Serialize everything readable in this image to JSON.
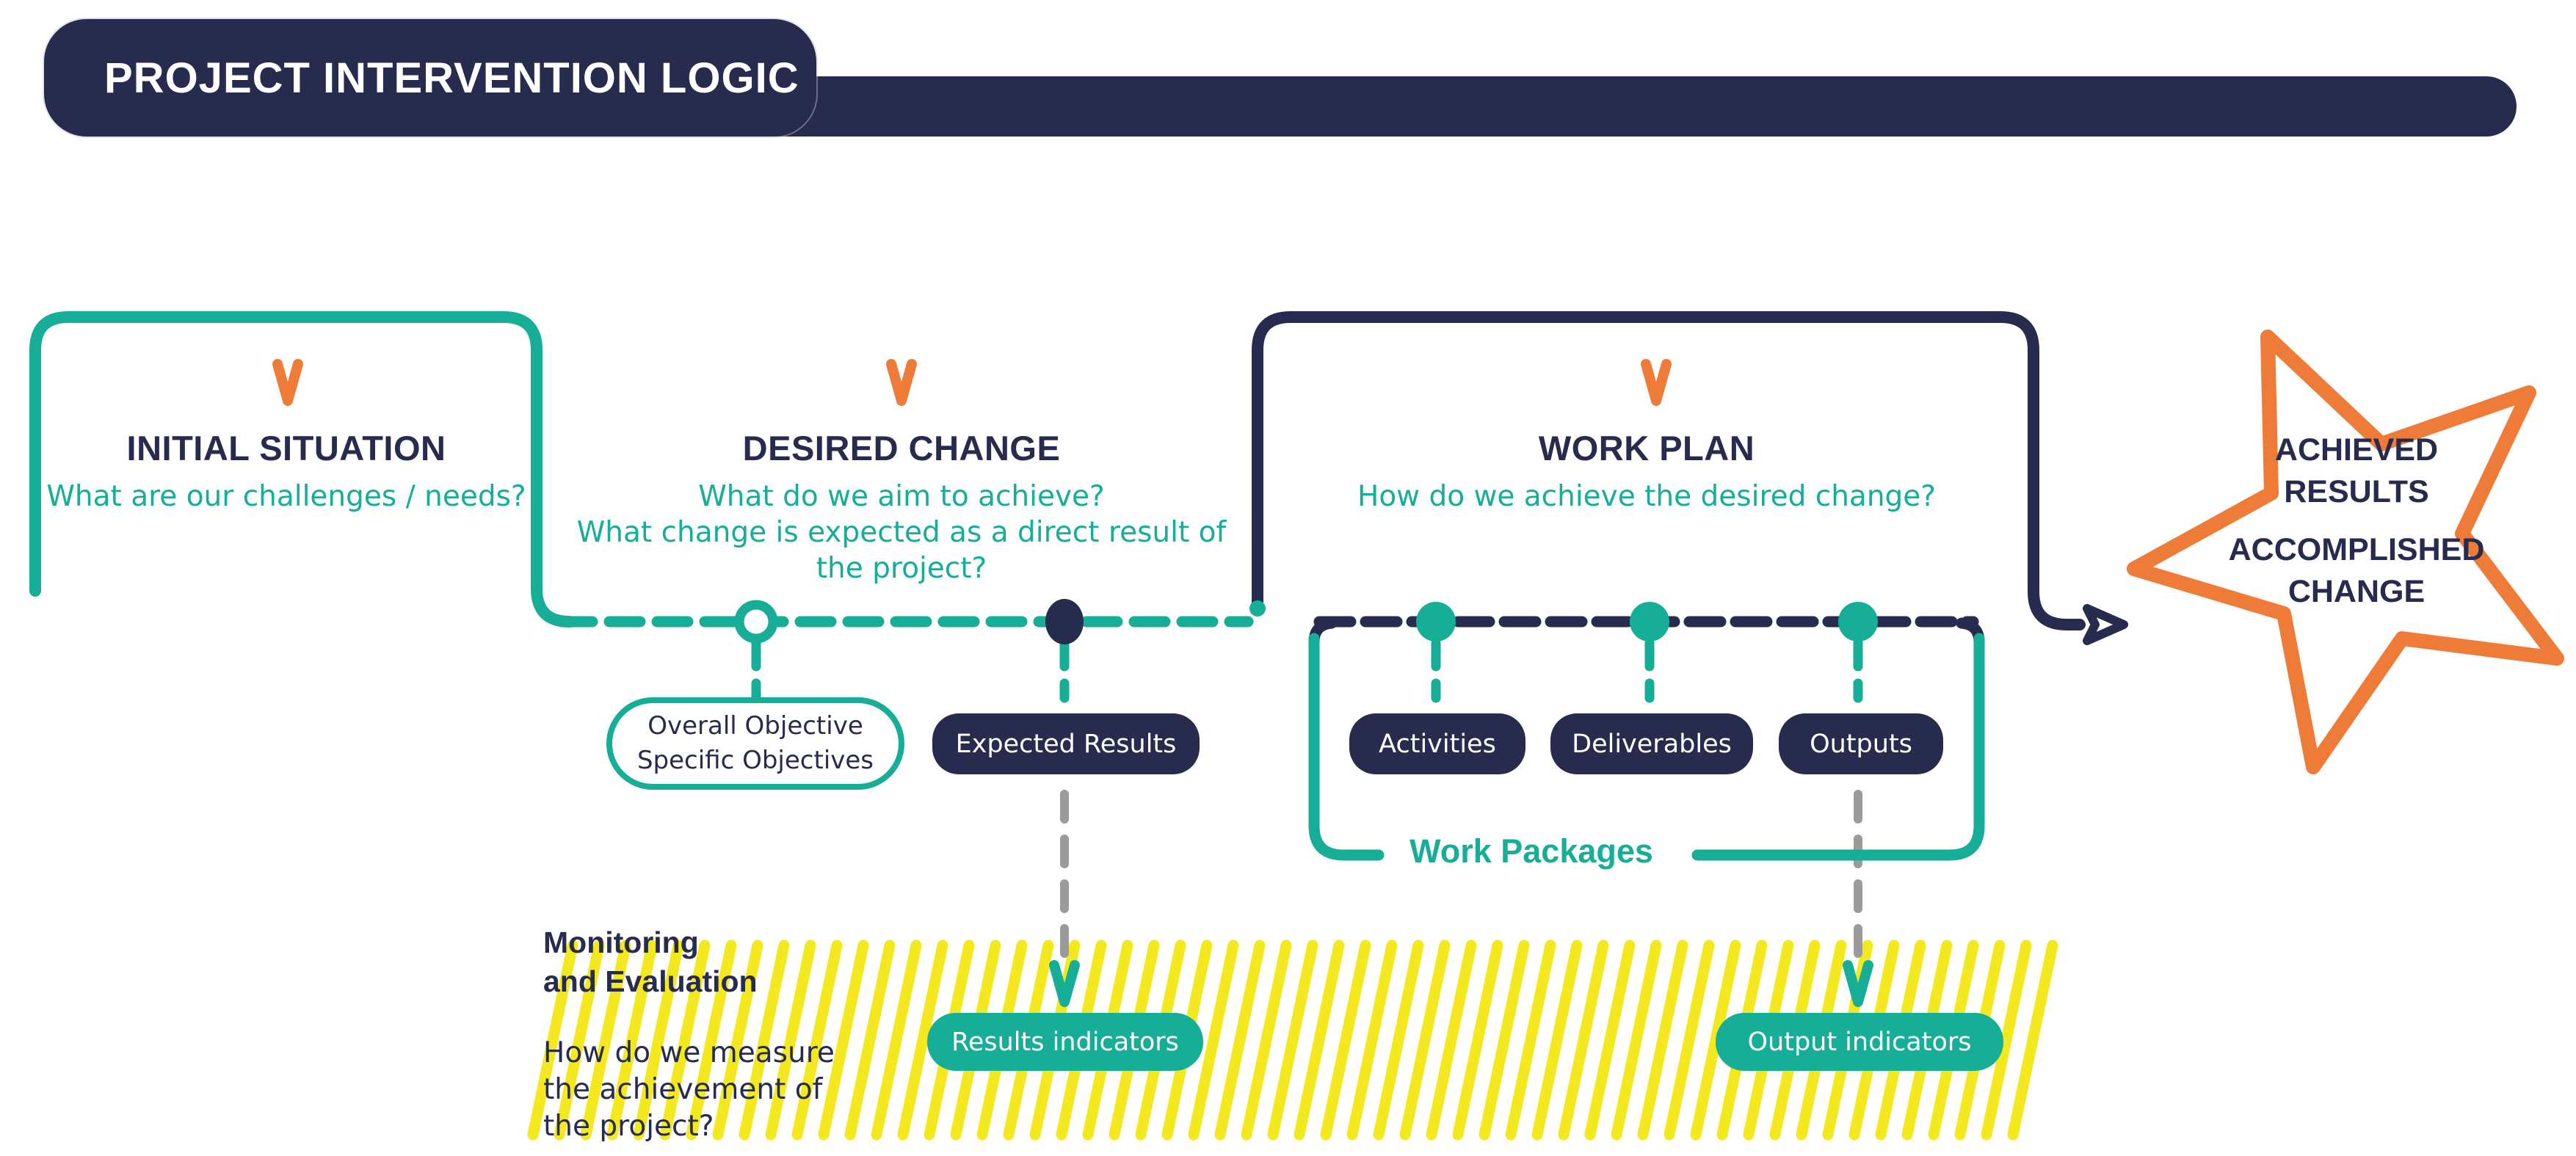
{
  "header": {
    "title": "PROJECT INTERVENTION LOGIC"
  },
  "colors": {
    "navy": "#272b4e",
    "teal": "#16ae97",
    "orange": "#ee7c38",
    "yellow": "#f4e91e",
    "gray": "#9b9b9b"
  },
  "icons": {
    "section_marker": "chevron-down-icon",
    "indicator_marker": "chevron-down-icon",
    "flow_arrow": "arrow-right-icon",
    "achievement": "star-icon"
  },
  "sections": {
    "initial_situation": {
      "heading": "INITIAL SITUATION",
      "questions": [
        "What are our challenges / needs?"
      ]
    },
    "desired_change": {
      "heading": "DESIRED CHANGE",
      "questions": [
        "What do we aim to achieve?",
        "What change is expected as a direct result of",
        "the project?"
      ]
    },
    "work_plan": {
      "heading": "WORK PLAN",
      "questions": [
        "How do we achieve the desired change?"
      ]
    }
  },
  "timeline": {
    "objectives_node": {
      "label_lines": [
        "Overall Objective",
        "Specific Objectives"
      ]
    },
    "expected_results_node": {
      "label": "Expected Results"
    },
    "work_plan_nodes": [
      {
        "label": "Activities"
      },
      {
        "label": "Deliverables"
      },
      {
        "label": "Outputs"
      }
    ],
    "work_packages_label": "Work Packages"
  },
  "monitoring": {
    "heading_lines": [
      "Monitoring",
      "and Evaluation"
    ],
    "question_lines": [
      "How do we measure",
      "the achievement of",
      "the project?"
    ],
    "results_indicators_label": "Results indicators",
    "output_indicators_label": "Output indicators"
  },
  "achievement_star": {
    "lines": [
      "ACHIEVED",
      "RESULTS",
      "ACCOMPLISHED",
      "CHANGE"
    ]
  }
}
